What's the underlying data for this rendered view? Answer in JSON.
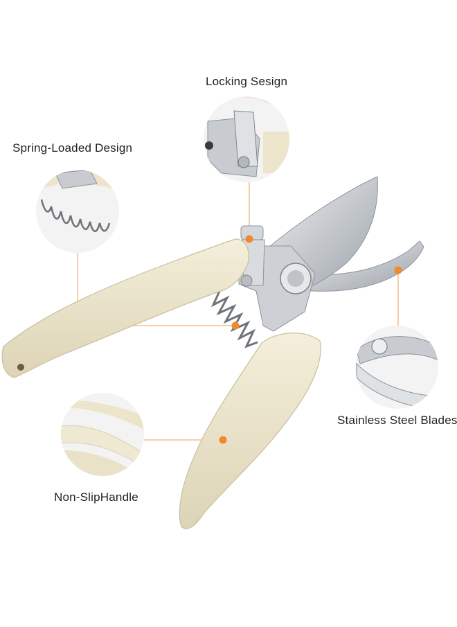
{
  "features": {
    "locking": {
      "label": "Locking Sesign",
      "icon": "lock-detail-icon"
    },
    "spring": {
      "label": "Spring-Loaded Design",
      "icon": "spring-detail-icon"
    },
    "blades": {
      "label": "Stainless Steel Blades",
      "icon": "blade-detail-icon"
    },
    "handle": {
      "label": "Non-SlipHandle",
      "icon": "handle-detail-icon"
    }
  },
  "colors": {
    "handle": "#ece5cc",
    "handle_shadow": "#cfc6a6",
    "steel": "#c9ccd1",
    "steel_dark": "#8e939a",
    "marker": "#f08a2c",
    "line": "#f3b27a",
    "circle_bg": "#f2f2f2"
  }
}
